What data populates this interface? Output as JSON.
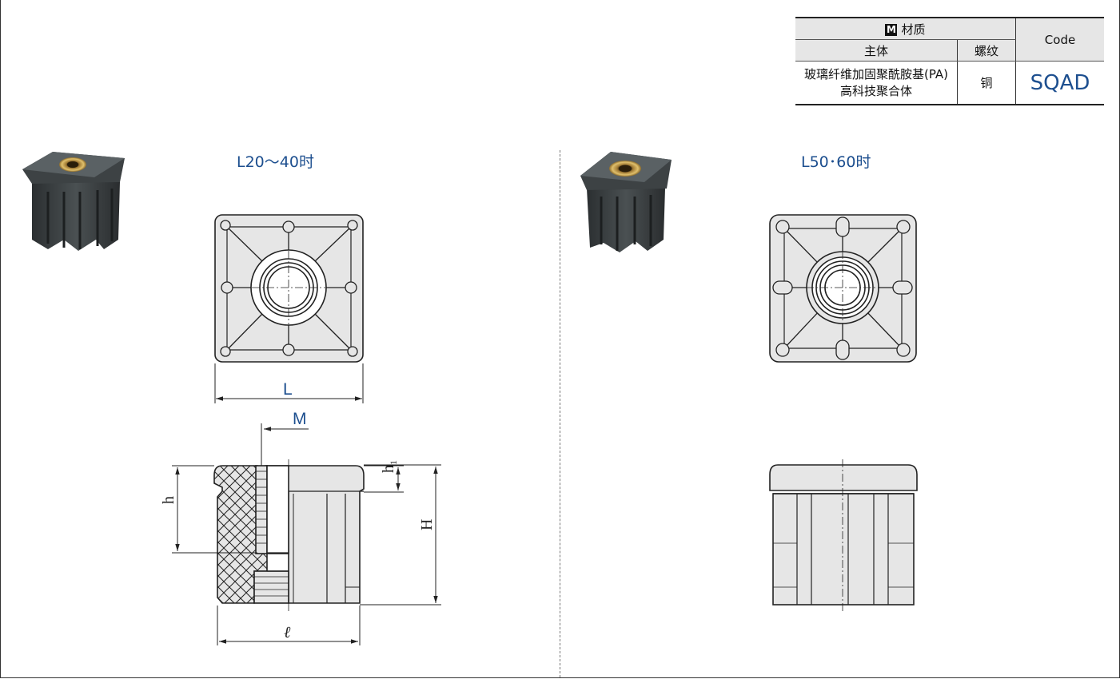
{
  "table": {
    "material_badge": "M",
    "material_header": "材质",
    "body_header": "主体",
    "thread_header": "螺纹",
    "code_header": "Code",
    "body_material_line1": "玻璃纤维加固聚酰胺基(PA)",
    "body_material_line2": "高科技聚合体",
    "thread_material": "铜",
    "code_value": "SQAD"
  },
  "variants": {
    "left_label": "L20～40时",
    "right_label": "L50･60时"
  },
  "dimensions": {
    "L": "L",
    "M": "M",
    "h": "h",
    "h1": "h",
    "h1_sub": "1",
    "H": "H",
    "l": "ℓ"
  },
  "colors": {
    "accent": "#1d4f8f",
    "part_fill": "#e6e6e6",
    "line": "#222222"
  },
  "photos": {
    "left": "square-end-cap-photo",
    "right": "square-end-cap-photo"
  }
}
